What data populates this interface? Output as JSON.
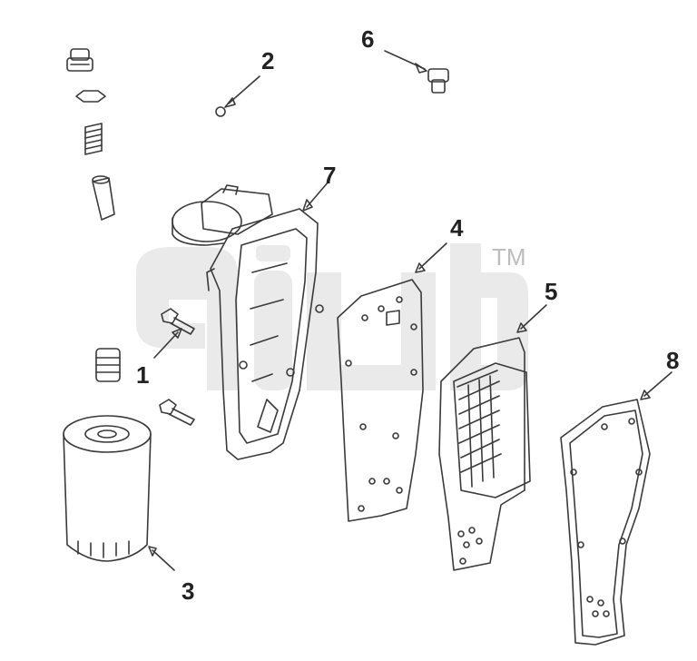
{
  "diagram": {
    "callouts": [
      "1",
      "2",
      "3",
      "4",
      "5",
      "6",
      "7",
      "8"
    ],
    "watermark": {
      "trademark": "TM"
    }
  }
}
